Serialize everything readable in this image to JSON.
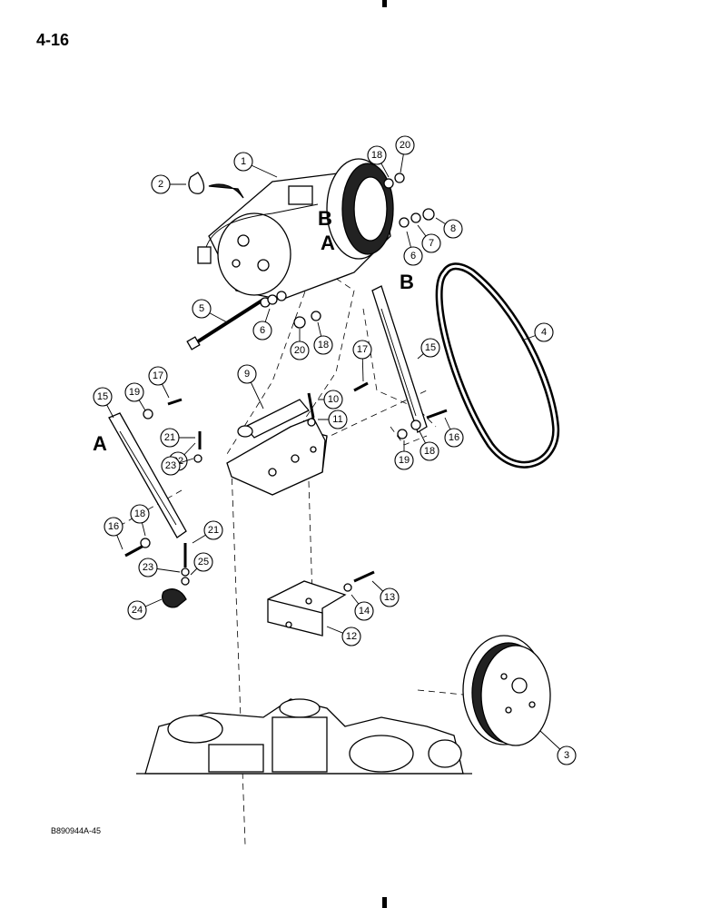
{
  "page_number": "4-16",
  "figure_id": "B890944A-45",
  "reference_letters": {
    "a": "A",
    "b": "B"
  },
  "callouts": [
    {
      "label": "1"
    },
    {
      "label": "2"
    },
    {
      "label": "3"
    },
    {
      "label": "4"
    },
    {
      "label": "5"
    },
    {
      "label": "6"
    },
    {
      "label": "6"
    },
    {
      "label": "7"
    },
    {
      "label": "8"
    },
    {
      "label": "9"
    },
    {
      "label": "10"
    },
    {
      "label": "11"
    },
    {
      "label": "12"
    },
    {
      "label": "13"
    },
    {
      "label": "14"
    },
    {
      "label": "15"
    },
    {
      "label": "15"
    },
    {
      "label": "16"
    },
    {
      "label": "16"
    },
    {
      "label": "17"
    },
    {
      "label": "17"
    },
    {
      "label": "18"
    },
    {
      "label": "18"
    },
    {
      "label": "18"
    },
    {
      "label": "18"
    },
    {
      "label": "19"
    },
    {
      "label": "19"
    },
    {
      "label": "20"
    },
    {
      "label": "20"
    },
    {
      "label": "21"
    },
    {
      "label": "21"
    },
    {
      "label": "22"
    },
    {
      "label": "23"
    },
    {
      "label": "23"
    },
    {
      "label": "24"
    },
    {
      "label": "25"
    }
  ]
}
